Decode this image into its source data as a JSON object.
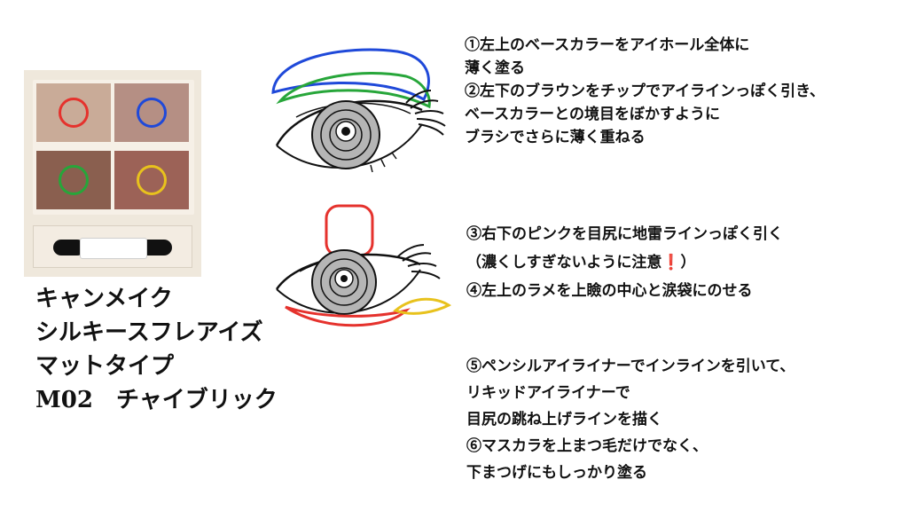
{
  "product": {
    "line1": "キャンメイク",
    "line2": "シルキースフレアイズ",
    "line3": "マットタイプ",
    "line4": "M02　チャイブリック"
  },
  "palette": {
    "pans": [
      {
        "position": "top-left",
        "color": "#c9ab98",
        "ring": "#e5322d"
      },
      {
        "position": "top-right",
        "color": "#b58f84",
        "ring": "#1f49d9"
      },
      {
        "position": "bottom-left",
        "color": "#8a5f4f",
        "ring": "#27a63a"
      },
      {
        "position": "bottom-right",
        "color": "#9c6257",
        "ring": "#e8c21d"
      }
    ],
    "colors": {
      "red": "#e5322d",
      "blue": "#1f49d9",
      "green": "#27a63a",
      "yellow": "#e8c21d"
    }
  },
  "instructions_top": [
    "①左上のベースカラーをアイホール全体に",
    "薄く塗る",
    "②左下のブラウンをチップでアイラインっぽく引き、",
    "ベースカラーとの境目をぼかすように",
    "ブラシでさらに薄く重ねる"
  ],
  "instructions_middle": {
    "line1": "③右下のピンクを目尻に地雷ラインっぽく引く",
    "line2_before": "（濃くしすぎないように注意",
    "line2_mark": "❗",
    "line2_after": "）",
    "line3": "④左上のラメを上瞼の中心と涙袋にのせる"
  },
  "instructions_bottom": [
    "⑤ペンシルアイライナーでインラインを引いて、",
    "リキッドアイライナーで",
    "目尻の跳ね上げラインを描く",
    "⑥マスカラを上まつ毛だけでなく、",
    "下まつげにもしっかり塗る"
  ]
}
